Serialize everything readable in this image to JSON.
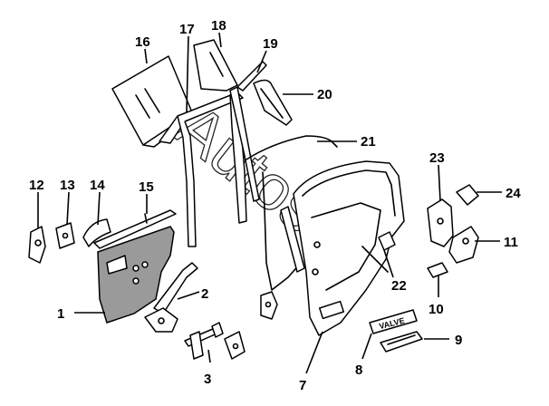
{
  "callouts": {
    "c1": "1",
    "c2": "2",
    "c3": "3",
    "c7": "7",
    "c8": "8",
    "c9": "9",
    "c10": "10",
    "c11": "11",
    "c12": "12",
    "c13": "13",
    "c14": "14",
    "c15": "15",
    "c16": "16",
    "c17": "17",
    "c18": "18",
    "c19": "19",
    "c20": "20",
    "c21": "21",
    "c22": "22",
    "c23": "23",
    "c24": "24"
  },
  "badge_text": "VALVE",
  "watermark": "Autosoft"
}
